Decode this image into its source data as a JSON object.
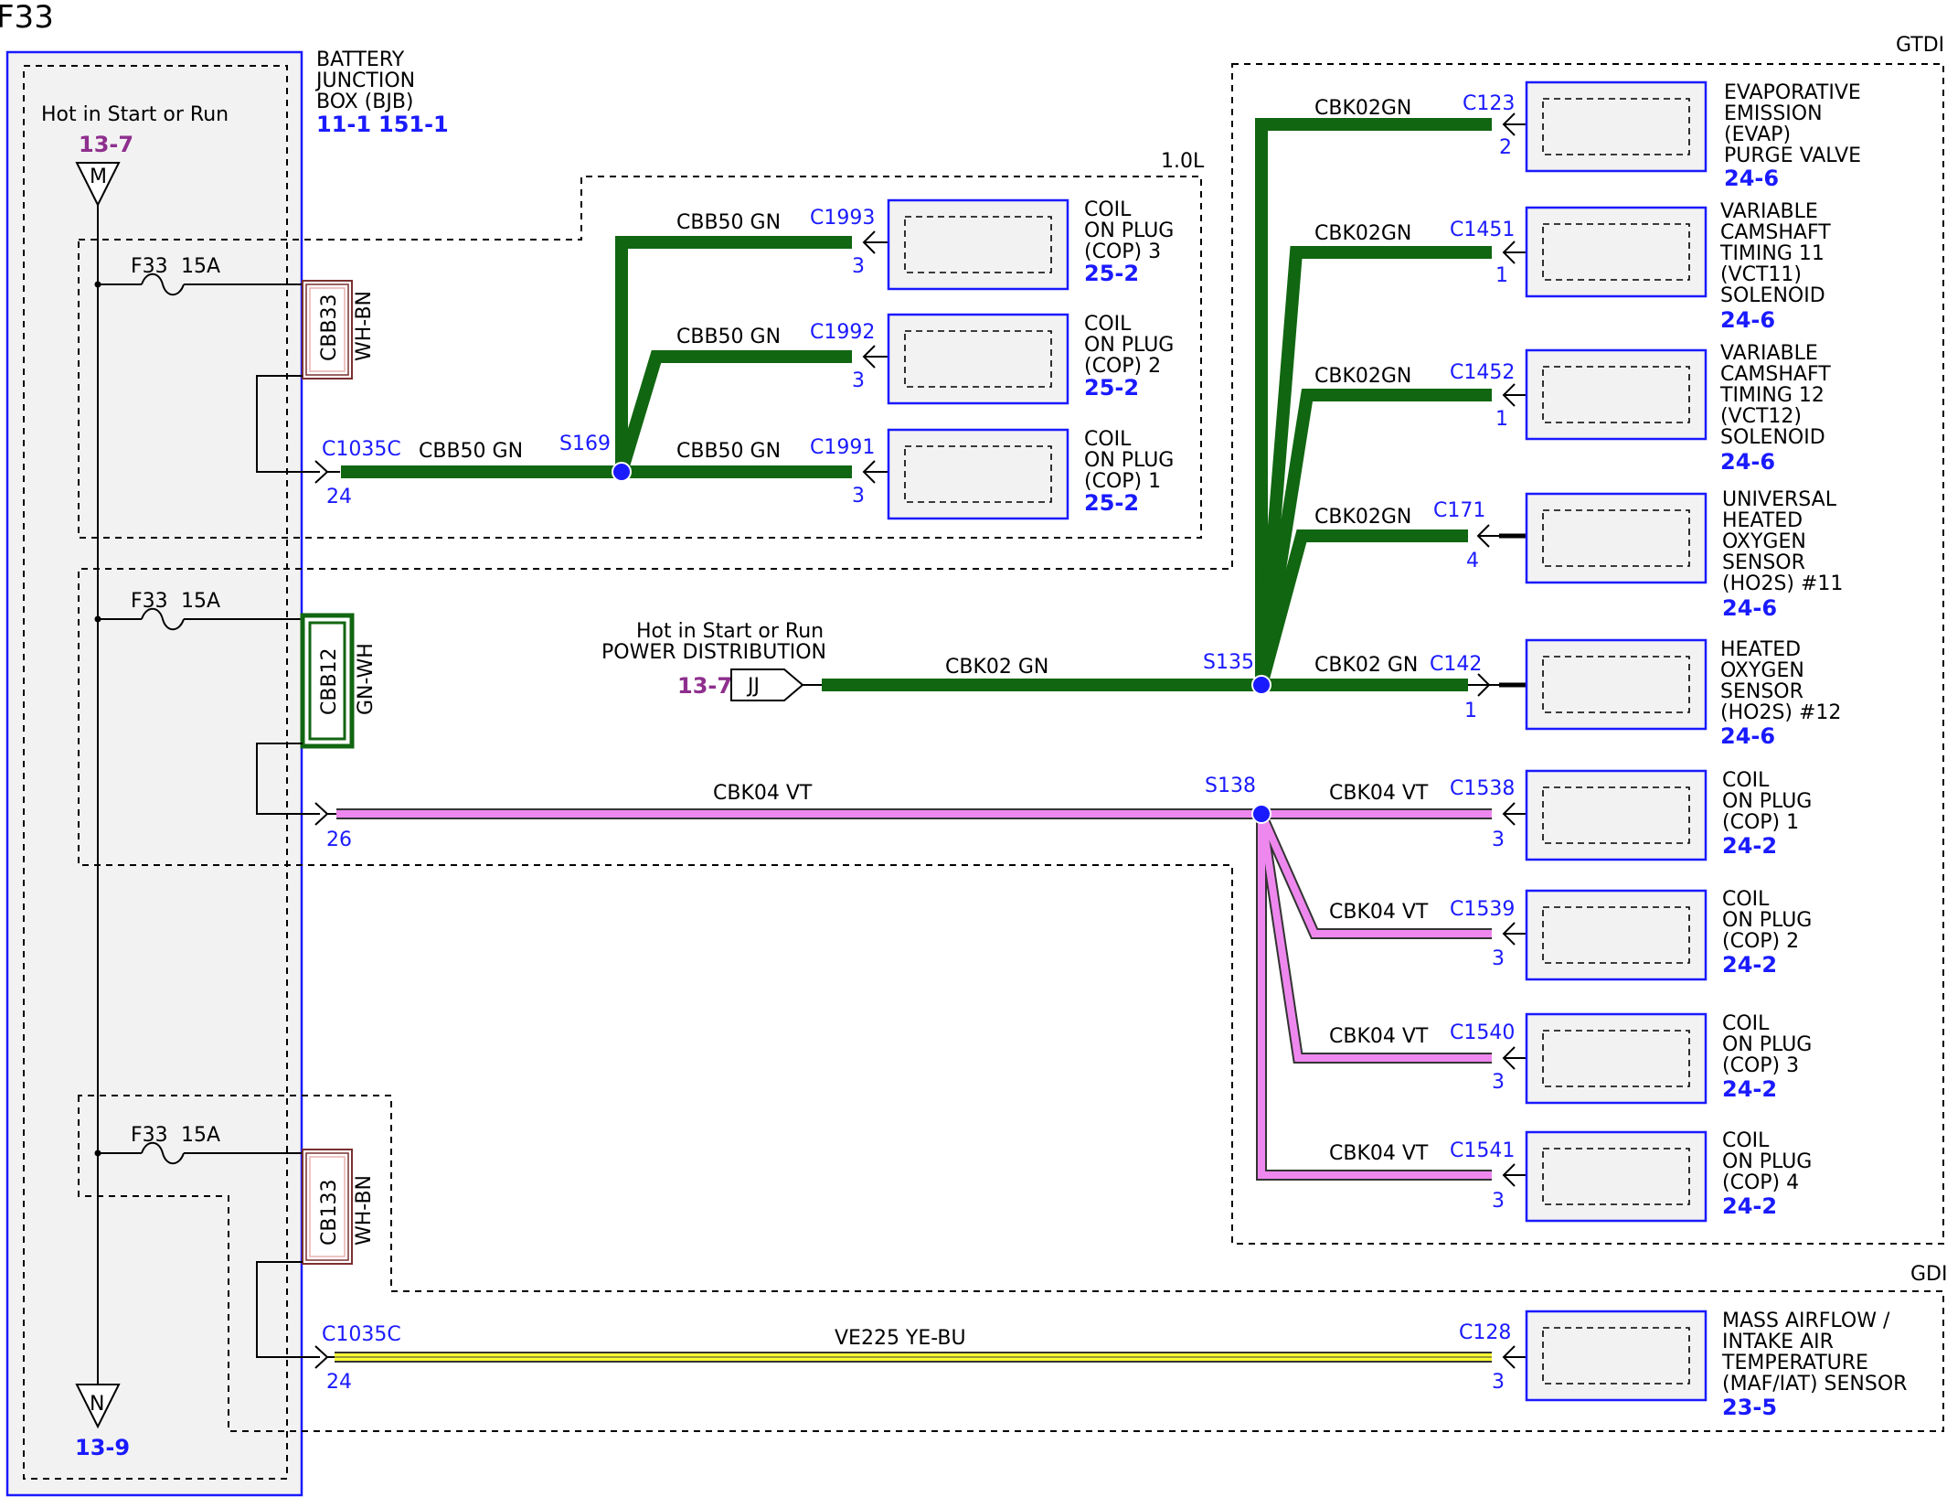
{
  "title": "F33",
  "bjb": {
    "label_lines": [
      "BATTERY",
      "JUNCTION",
      "BOX (BJB)"
    ],
    "refs": [
      "11-1",
      "151-1"
    ],
    "hot_label": "Hot in Start or Run",
    "top_ref": "13-7",
    "top_node": "M",
    "bottom_node": "N",
    "bottom_ref": "13-9"
  },
  "fuses": [
    {
      "name": "F33",
      "rating": "15A",
      "circuit": "CBB33",
      "color": "WH-BN"
    },
    {
      "name": "F33",
      "rating": "15A",
      "circuit": "CBB12",
      "color": "GN-WH"
    },
    {
      "name": "F33",
      "rating": "15A",
      "circuit": "CB133",
      "color": "WH-BN"
    }
  ],
  "regions": {
    "engine_10l": "1.0L",
    "gtdi": "GTDI",
    "gdi": "GDI"
  },
  "connectors": {
    "c1035c_top": {
      "id": "C1035C",
      "pin": "24"
    },
    "c_26": {
      "pin": "26"
    },
    "c1035c_bot": {
      "id": "C1035C",
      "pin": "24"
    }
  },
  "wires": {
    "cbb50_main": "CBB50   GN",
    "cbb50": "CBB50   GN",
    "cbk02_main": "CBK02  GN",
    "cbk02": "CBK02GN",
    "cbk02_sp": "CBK02 GN",
    "cbk04_main": "CBK04   VT",
    "cbk04": "CBK04 VT",
    "ve225": "VE225   YE-BU"
  },
  "splices": {
    "s169": "S169",
    "s135": "S135",
    "s138": "S138"
  },
  "power": {
    "lines": [
      "Hot in Start or Run",
      "POWER DISTRIBUTION"
    ],
    "ref": "13-7",
    "tag": "JJ"
  },
  "components_10l": [
    {
      "conn": "C1993",
      "pin": "3",
      "lines": [
        "COIL",
        "ON PLUG",
        "(COP) 3"
      ],
      "ref": "25-2"
    },
    {
      "conn": "C1992",
      "pin": "3",
      "lines": [
        "COIL",
        "ON PLUG",
        "(COP) 2"
      ],
      "ref": "25-2"
    },
    {
      "conn": "C1991",
      "pin": "3",
      "lines": [
        "COIL",
        "ON PLUG",
        "(COP) 1"
      ],
      "ref": "25-2"
    }
  ],
  "components_gtdi": [
    {
      "conn": "C123",
      "pin": "2",
      "lines": [
        "EVAPORATIVE",
        "EMISSION",
        "(EVAP)",
        "PURGE VALVE"
      ],
      "ref": "24-6"
    },
    {
      "conn": "C1451",
      "pin": "1",
      "lines": [
        "VARIABLE",
        "CAMSHAFT",
        "TIMING 11",
        "(VCT11)",
        "SOLENOID"
      ],
      "ref": "24-6"
    },
    {
      "conn": "C1452",
      "pin": "1",
      "lines": [
        "VARIABLE",
        "CAMSHAFT",
        "TIMING 12",
        "(VCT12)",
        "SOLENOID"
      ],
      "ref": "24-6"
    },
    {
      "conn": "C171",
      "pin": "4",
      "lines": [
        "UNIVERSAL",
        "HEATED",
        "OXYGEN",
        "SENSOR",
        "(HO2S) #11"
      ],
      "ref": "24-6"
    },
    {
      "conn": "C142",
      "pin": "1",
      "lines": [
        "HEATED",
        "OXYGEN",
        "SENSOR",
        "(HO2S) #12"
      ],
      "ref": "24-6"
    },
    {
      "conn": "C1538",
      "pin": "3",
      "lines": [
        "COIL",
        "ON PLUG",
        "(COP) 1"
      ],
      "ref": "24-2"
    },
    {
      "conn": "C1539",
      "pin": "3",
      "lines": [
        "COIL",
        "ON PLUG",
        "(COP) 2"
      ],
      "ref": "24-2"
    },
    {
      "conn": "C1540",
      "pin": "3",
      "lines": [
        "COIL",
        "ON PLUG",
        "(COP) 3"
      ],
      "ref": "24-2"
    },
    {
      "conn": "C1541",
      "pin": "3",
      "lines": [
        "COIL",
        "ON PLUG",
        "(COP) 4"
      ],
      "ref": "24-2"
    }
  ],
  "component_gdi": {
    "conn": "C128",
    "pin": "3",
    "lines": [
      "MASS AIRFLOW /",
      "INTAKE AIR",
      "TEMPERATURE",
      "(MAF/IAT) SENSOR"
    ],
    "ref": "23-5"
  }
}
